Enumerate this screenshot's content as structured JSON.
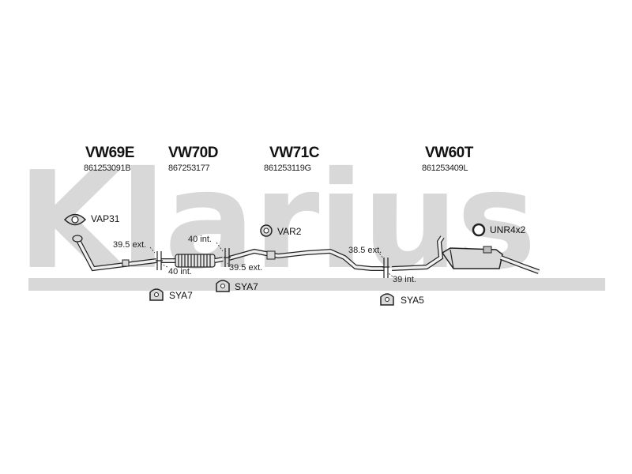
{
  "watermark": {
    "brand": "Klarius"
  },
  "sections": [
    {
      "code": "VW69E",
      "part_number": "861253091B"
    },
    {
      "code": "VW70D",
      "part_number": "867253177"
    },
    {
      "code": "VW71C",
      "part_number": "861253119G"
    },
    {
      "code": "VW60T",
      "part_number": "861253409L"
    }
  ],
  "fittings": {
    "vap31": "VAP31",
    "var2": "VAR2",
    "unr4x2": "UNR4x2",
    "sya7_a": "SYA7",
    "sya7_b": "SYA7",
    "sya5": "SYA5"
  },
  "dimensions": {
    "d1": "39.5 ext.",
    "d2": "40 int.",
    "d3": "40 int.",
    "d4": "39.5 ext.",
    "d5": "38.5 ext.",
    "d6": "39 int."
  }
}
